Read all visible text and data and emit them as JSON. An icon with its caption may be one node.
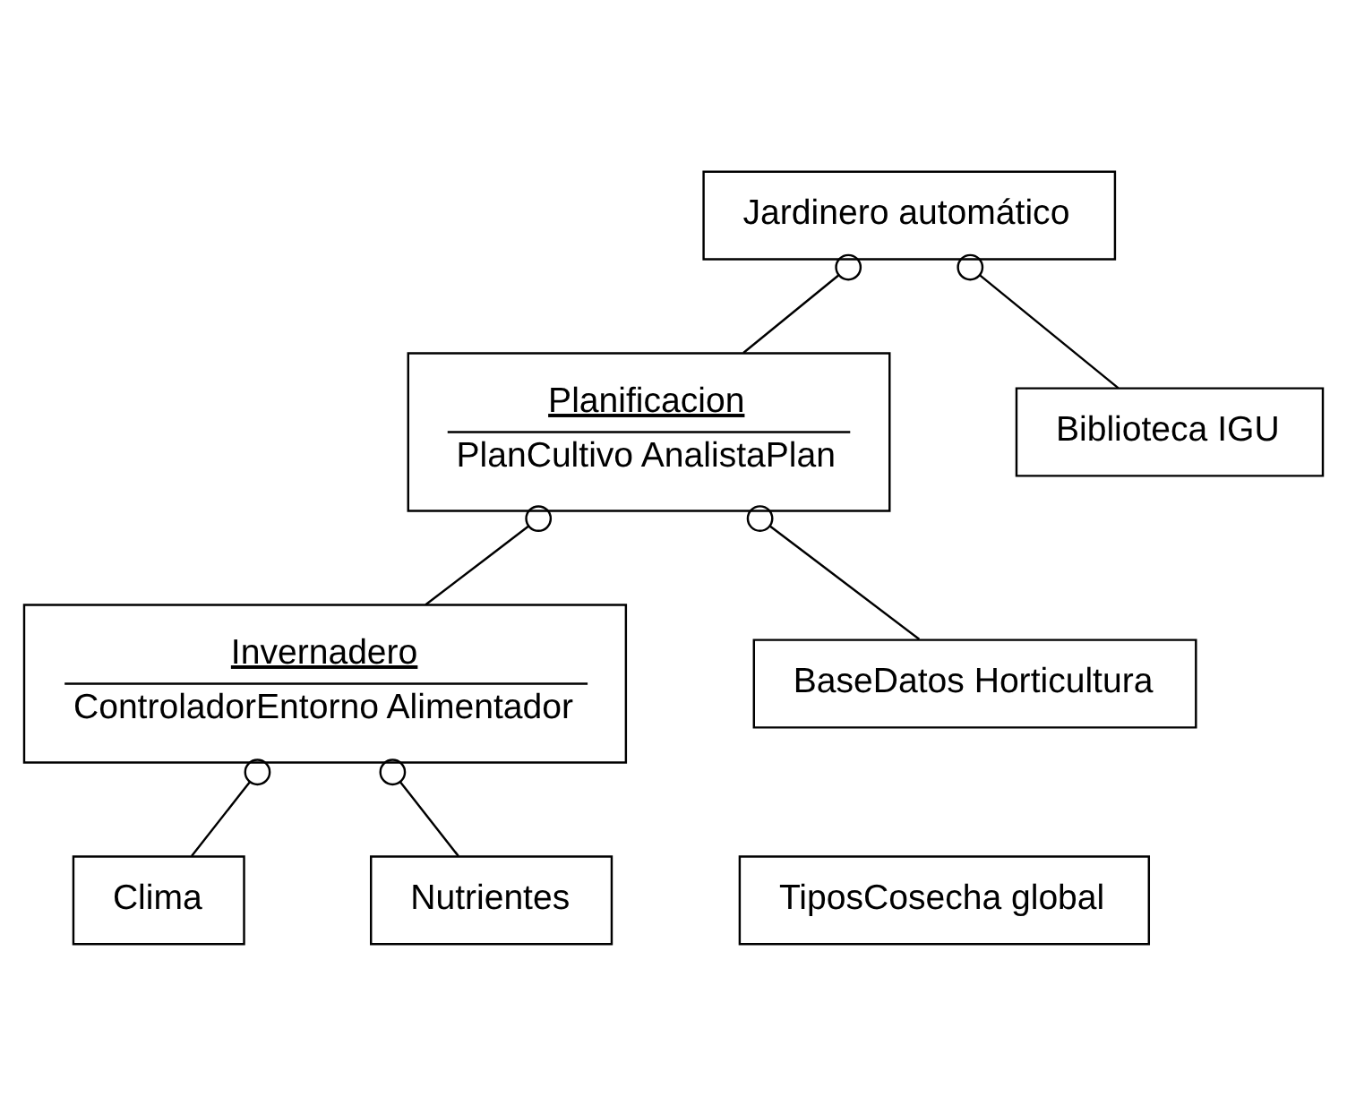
{
  "diagram": {
    "nodes": [
      {
        "text": [
          "Jardinero automático"
        ]
      },
      {
        "text": [
          "Planificacion",
          "PlanCultivo AnalistaPlan"
        ]
      },
      {
        "text": [
          "Biblioteca IGU"
        ]
      },
      {
        "text": [
          "Invernadero",
          "ControladorEntorno Alimentador"
        ]
      },
      {
        "text": [
          "BaseDatos Horticultura"
        ]
      },
      {
        "text": [
          "Clima"
        ]
      },
      {
        "text": [
          "Nutrientes"
        ]
      },
      {
        "text": [
          "TiposCosecha global"
        ]
      }
    ],
    "edges": [
      {
        "from": 0,
        "to": 1,
        "arrow": "other"
      },
      {
        "from": 0,
        "to": 2,
        "arrow": "other"
      },
      {
        "from": 1,
        "to": 3,
        "arrow": "other"
      },
      {
        "from": 1,
        "to": 4,
        "arrow": "other"
      },
      {
        "from": 3,
        "to": 5,
        "arrow": "other"
      },
      {
        "from": 3,
        "to": 6,
        "arrow": "other"
      }
    ]
  }
}
